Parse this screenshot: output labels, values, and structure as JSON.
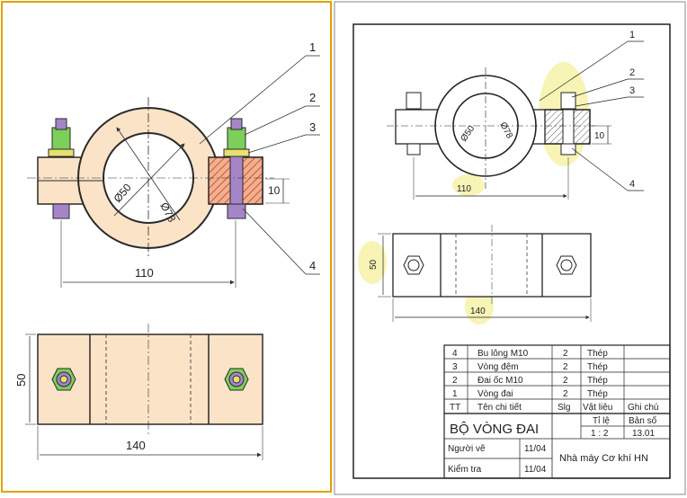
{
  "left_drawing": {
    "callouts": [
      "1",
      "2",
      "3",
      "4"
    ],
    "dims": {
      "d_inner": "Ø50",
      "d_outer": "Ø78",
      "thickness": "10",
      "width": "110",
      "top_width": "140",
      "height": "50"
    }
  },
  "right_drawing": {
    "callouts": [
      "1",
      "2",
      "3",
      "4"
    ],
    "dims": {
      "d_inner": "Ø50",
      "d_outer": "Ø78",
      "thickness": "10",
      "width": "110",
      "top_width": "140",
      "height": "50"
    },
    "parts_list": {
      "rows": [
        {
          "no": "4",
          "name": "Bu lông M10",
          "qty": "2",
          "material": "Thép"
        },
        {
          "no": "3",
          "name": "Vòng đệm",
          "qty": "2",
          "material": "Thép"
        },
        {
          "no": "2",
          "name": "Đai ốc M10",
          "qty": "2",
          "material": "Thép"
        },
        {
          "no": "1",
          "name": "Vòng đai",
          "qty": "2",
          "material": "Thép"
        }
      ],
      "header": {
        "no": "TT",
        "name": "Tên chi tiết",
        "qty": "Slg",
        "material": "Vật liệu",
        "note": "Ghi chú"
      }
    },
    "title_block": {
      "title": "BỘ VÒNG ĐAI",
      "scale_label": "Tỉ lệ",
      "scale_value": "1 : 2",
      "sheet_label": "Bản số",
      "sheet_value": "13.01",
      "drawn_label": "Người vẽ",
      "drawn_date": "11/04",
      "checked_label": "Kiểm tra",
      "checked_date": "11/04",
      "company": "Nhà máy Cơ khí HN"
    }
  },
  "colors": {
    "part_fill": "#fbe3c8",
    "part_stroke": "#2a2a2a",
    "hatch": "#c8553a",
    "bolt": "#a585c8",
    "nut": "#7ccf5a",
    "washer": "#e6e070",
    "highlight": "#f6f2a8",
    "panel_border": "#e0a300"
  }
}
